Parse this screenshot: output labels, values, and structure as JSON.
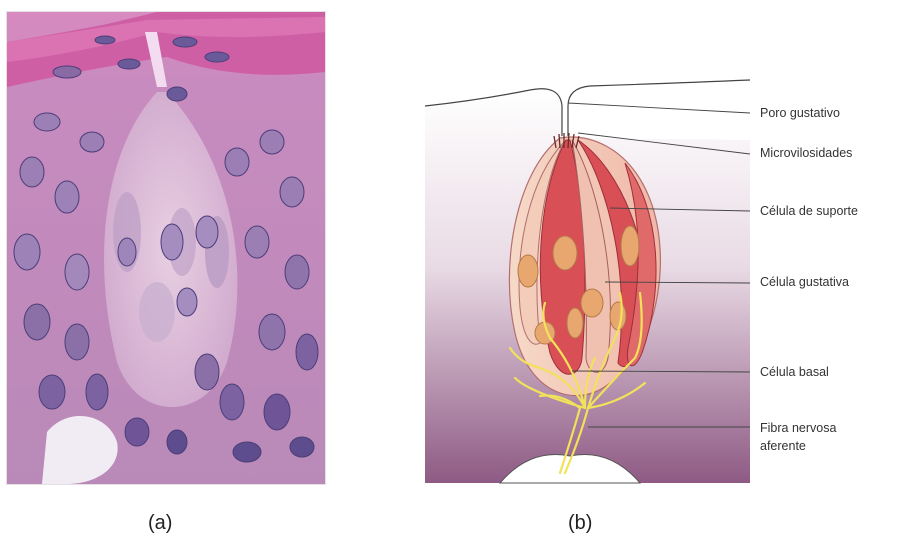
{
  "panel_a": {
    "caption": "(a)"
  },
  "panel_b": {
    "caption": "(b)",
    "labels": {
      "poro": "Poro gustativo",
      "microvilos": "Microvilosidades",
      "suporte": "Célula de suporte",
      "gustativa": "Célula gustativa",
      "basal": "Célula basal",
      "fibra_line1": "Fibra nervosa",
      "fibra_line2": "aferente"
    }
  },
  "colors": {
    "tissue_pink": "#c58ec0",
    "epithelium_top": "#c95d9d",
    "nucleus": "#5d4d8e",
    "background_gradient_top": "#ffffff",
    "background_gradient_bottom": "#8e5a84",
    "bud_outer": "#f3c9b6",
    "supporting_cell": "#d84f56",
    "nerve_fiber": "#f2e15a"
  }
}
